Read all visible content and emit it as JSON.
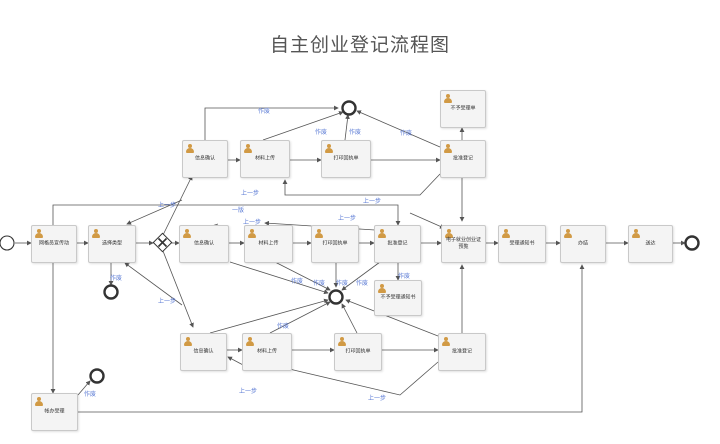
{
  "title": "自主创业登记流程图",
  "nodes": {
    "n1": "网格员宣传动",
    "n2": "选择类型",
    "n3": "信息确认",
    "n4": "材料上传",
    "n5": "打印回执单",
    "n6": "批准登记",
    "n7": "不予受理单",
    "n8": "信息确认",
    "n9": "材料上传",
    "n10": "打印回执单",
    "n11": "批准登记",
    "n12": "电子就业创业证預覧",
    "n13": "受理通知书",
    "n14": "办结",
    "n15": "送达",
    "n16": "不予受理通知书",
    "n17": "信息确认",
    "n18": "材料上传",
    "n19": "打印回执单",
    "n20": "批准登记",
    "n21": "帐办受理"
  },
  "edge_labels": {
    "e1": "作废",
    "e2": "作废",
    "e3": "作废",
    "e4": "作废",
    "e5": "上一步",
    "e6": "上一步",
    "e7": "上一步",
    "e8": "一版",
    "e9": "上一步",
    "e10": "上一步",
    "e11": "作废",
    "e12": "作废",
    "e13": "作废",
    "e14": "作废",
    "e15": "作废",
    "e16": "作废",
    "e17": "上一步",
    "e18": "上一步",
    "e19": "作废",
    "e20": "上一步",
    "e21": "作废"
  },
  "colors": {
    "node_fill": "#f4f4f4",
    "node_border": "#c9c9c9",
    "user_icon": "#d19a45",
    "edge": "#555555",
    "edge_label": "#5b7bd5",
    "title": "#555555"
  },
  "icons": {
    "node_icon": "user-icon",
    "gateway_icon": "exclusive-gateway-icon",
    "start_icon": "start-event-icon",
    "end_icon": "end-event-icon"
  }
}
